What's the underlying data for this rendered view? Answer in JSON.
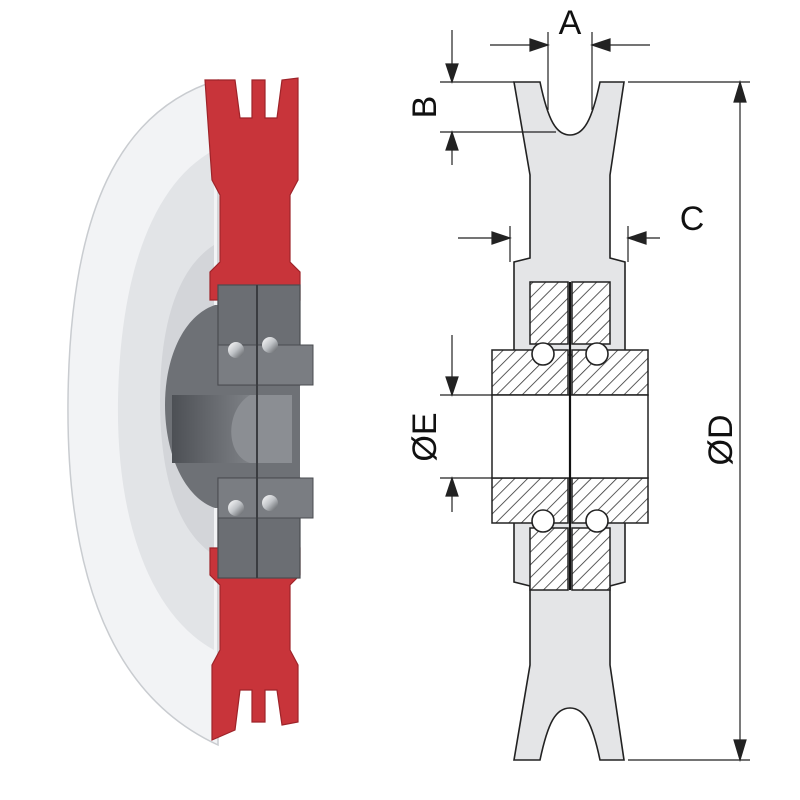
{
  "dimensions": {
    "a": "A",
    "b": "B",
    "c": "C",
    "d": "ØD",
    "e": "ØE"
  },
  "colors": {
    "cut_section": "#c8343a",
    "wheel_body": "#eceef0",
    "bearing": "#6e7176",
    "drawing_fill": "#e4e5e7",
    "outline": "#222222"
  }
}
